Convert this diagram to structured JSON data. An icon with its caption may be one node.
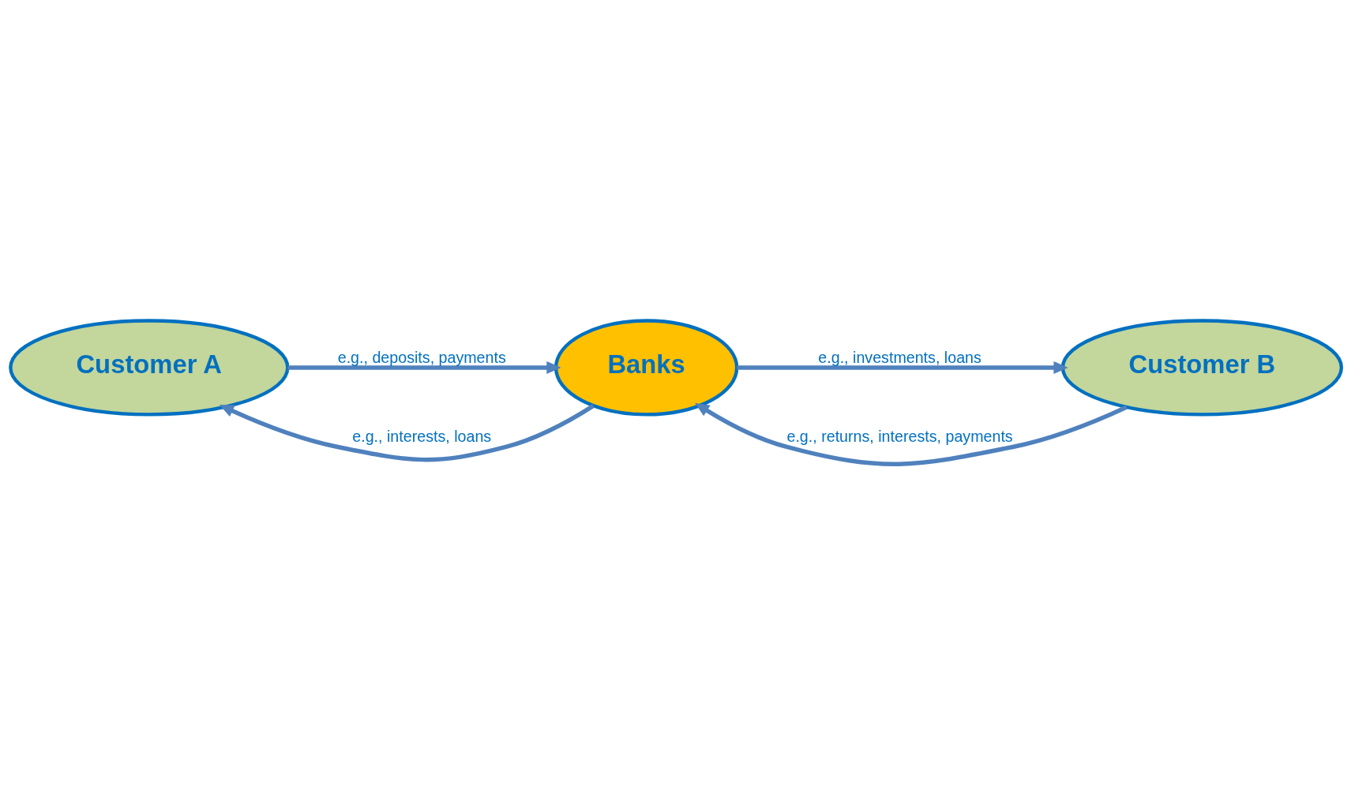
{
  "diagram": {
    "nodes": [
      {
        "text": [
          "Customer A"
        ]
      },
      {
        "text": [
          "Banks"
        ]
      },
      {
        "text": [
          "Customer B"
        ]
      }
    ],
    "edges": [
      {
        "from": 1,
        "to": 0,
        "arrow": "to",
        "label": "e.g., interests, loans"
      },
      {
        "from": 2,
        "to": 1,
        "arrow": "to",
        "label": "e.g., returns, interests, payments"
      },
      {
        "from": 0,
        "to": 1,
        "arrow": "to",
        "label": "e.g., deposits, payments"
      },
      {
        "from": 1,
        "to": 2,
        "arrow": "to",
        "label": "e.g., investments, loans"
      }
    ]
  }
}
